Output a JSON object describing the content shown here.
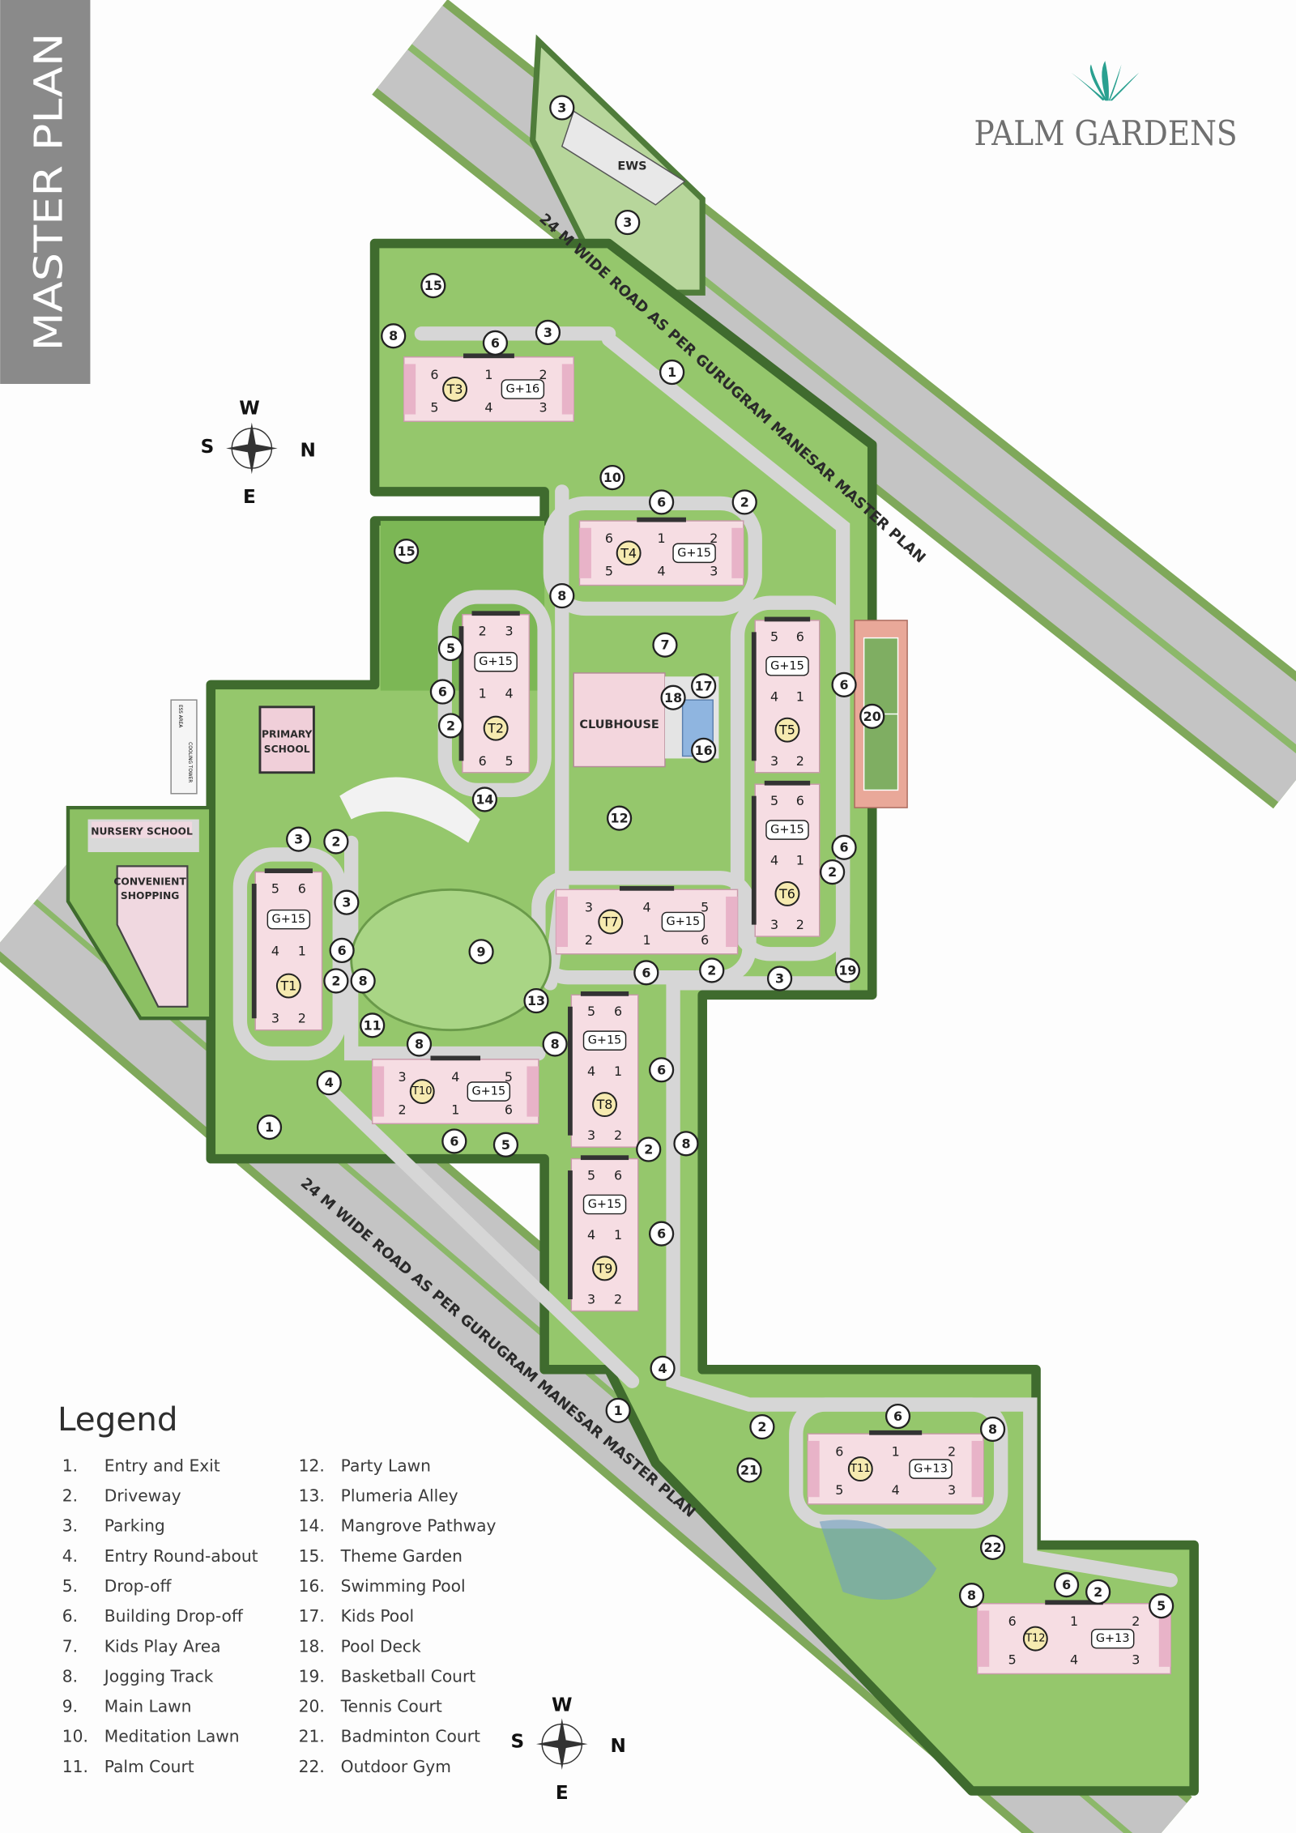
{
  "tab": {
    "label": "MASTER PLAN"
  },
  "logo": {
    "name": "PALM GARDENS",
    "color": "#2aa090"
  },
  "roads": {
    "north_east": "24 M WIDE ROAD AS PER GURUGRAM MANESAR MASTER PLAN",
    "south_west": "24 M WIDE ROAD AS PER GURUGRAM MANESAR MASTER PLAN"
  },
  "compass": {
    "top": "W",
    "left": "S",
    "right": "N",
    "bottom": "E"
  },
  "places": {
    "ews": "EWS",
    "clubhouse": "CLUBHOUSE",
    "primary_school": [
      "PRIMARY",
      "SCHOOL"
    ],
    "nursery_school": "NURSERY SCHOOL",
    "convenient_shopping": [
      "CONVENIENT",
      "SHOPPING"
    ],
    "utility": [
      "ESS AREA",
      "COOLING TOWER"
    ]
  },
  "towers": [
    {
      "id": "T1",
      "floors": "G+15",
      "units": [
        "5",
        "6",
        "4",
        "1",
        "3",
        "2"
      ]
    },
    {
      "id": "T2",
      "floors": "G+15",
      "units": [
        "2",
        "3",
        "1",
        "4",
        "6",
        "5"
      ]
    },
    {
      "id": "T3",
      "floors": "G+16",
      "units": [
        "6",
        "1",
        "2",
        "5",
        "4",
        "3"
      ]
    },
    {
      "id": "T4",
      "floors": "G+15",
      "units": [
        "6",
        "1",
        "2",
        "5",
        "4",
        "3"
      ]
    },
    {
      "id": "T5",
      "floors": "G+15",
      "units": [
        "5",
        "6",
        "4",
        "1",
        "3",
        "2"
      ]
    },
    {
      "id": "T6",
      "floors": "G+15",
      "units": [
        "5",
        "6",
        "4",
        "1",
        "3",
        "2"
      ]
    },
    {
      "id": "T7",
      "floors": "G+15",
      "units": [
        "3",
        "4",
        "5",
        "2",
        "1",
        "6"
      ]
    },
    {
      "id": "T8",
      "floors": "G+15",
      "units": [
        "5",
        "6",
        "4",
        "1",
        "3",
        "2"
      ]
    },
    {
      "id": "T9",
      "floors": "G+15",
      "units": [
        "5",
        "6",
        "4",
        "1",
        "3",
        "2"
      ]
    },
    {
      "id": "T10",
      "floors": "G+15",
      "units": [
        "3",
        "4",
        "5",
        "2",
        "1",
        "6"
      ]
    },
    {
      "id": "T11",
      "floors": "G+13",
      "units": [
        "6",
        "1",
        "2",
        "5",
        "4",
        "3"
      ]
    },
    {
      "id": "T12",
      "floors": "G+13",
      "units": [
        "6",
        "1",
        "2",
        "5",
        "4",
        "3"
      ]
    }
  ],
  "markers": [
    "3",
    "3",
    "15",
    "8",
    "6",
    "3",
    "1",
    "10",
    "6",
    "2",
    "15",
    "8",
    "7",
    "5",
    "6",
    "2",
    "17",
    "18",
    "16",
    "6",
    "20",
    "14",
    "12",
    "3",
    "2",
    "6",
    "2",
    "3",
    "6",
    "2",
    "8",
    "9",
    "6",
    "2",
    "3",
    "19",
    "13",
    "11",
    "8",
    "8",
    "4",
    "6",
    "1",
    "6",
    "5",
    "2",
    "8",
    "6",
    "4",
    "1",
    "6",
    "8",
    "2",
    "21",
    "22",
    "6",
    "2",
    "5",
    "8"
  ],
  "legend": {
    "title": "Legend",
    "items": [
      {
        "n": "1.",
        "label": "Entry and Exit"
      },
      {
        "n": "2.",
        "label": "Driveway"
      },
      {
        "n": "3.",
        "label": "Parking"
      },
      {
        "n": "4.",
        "label": "Entry Round-about"
      },
      {
        "n": "5.",
        "label": "Drop-off"
      },
      {
        "n": "6.",
        "label": "Building Drop-off"
      },
      {
        "n": "7.",
        "label": "Kids Play Area"
      },
      {
        "n": "8.",
        "label": "Jogging Track"
      },
      {
        "n": "9.",
        "label": "Main Lawn"
      },
      {
        "n": "10.",
        "label": "Meditation Lawn"
      },
      {
        "n": "11.",
        "label": "Palm Court"
      },
      {
        "n": "12.",
        "label": "Party Lawn"
      },
      {
        "n": "13.",
        "label": "Plumeria Alley"
      },
      {
        "n": "14.",
        "label": "Mangrove Pathway"
      },
      {
        "n": "15.",
        "label": "Theme Garden"
      },
      {
        "n": "16.",
        "label": "Swimming Pool"
      },
      {
        "n": "17.",
        "label": "Kids Pool"
      },
      {
        "n": "18.",
        "label": "Pool Deck"
      },
      {
        "n": "19.",
        "label": "Basketball Court"
      },
      {
        "n": "20.",
        "label": "Tennis Court"
      },
      {
        "n": "21.",
        "label": "Badminton Court"
      },
      {
        "n": "22.",
        "label": "Outdoor Gym"
      }
    ]
  }
}
